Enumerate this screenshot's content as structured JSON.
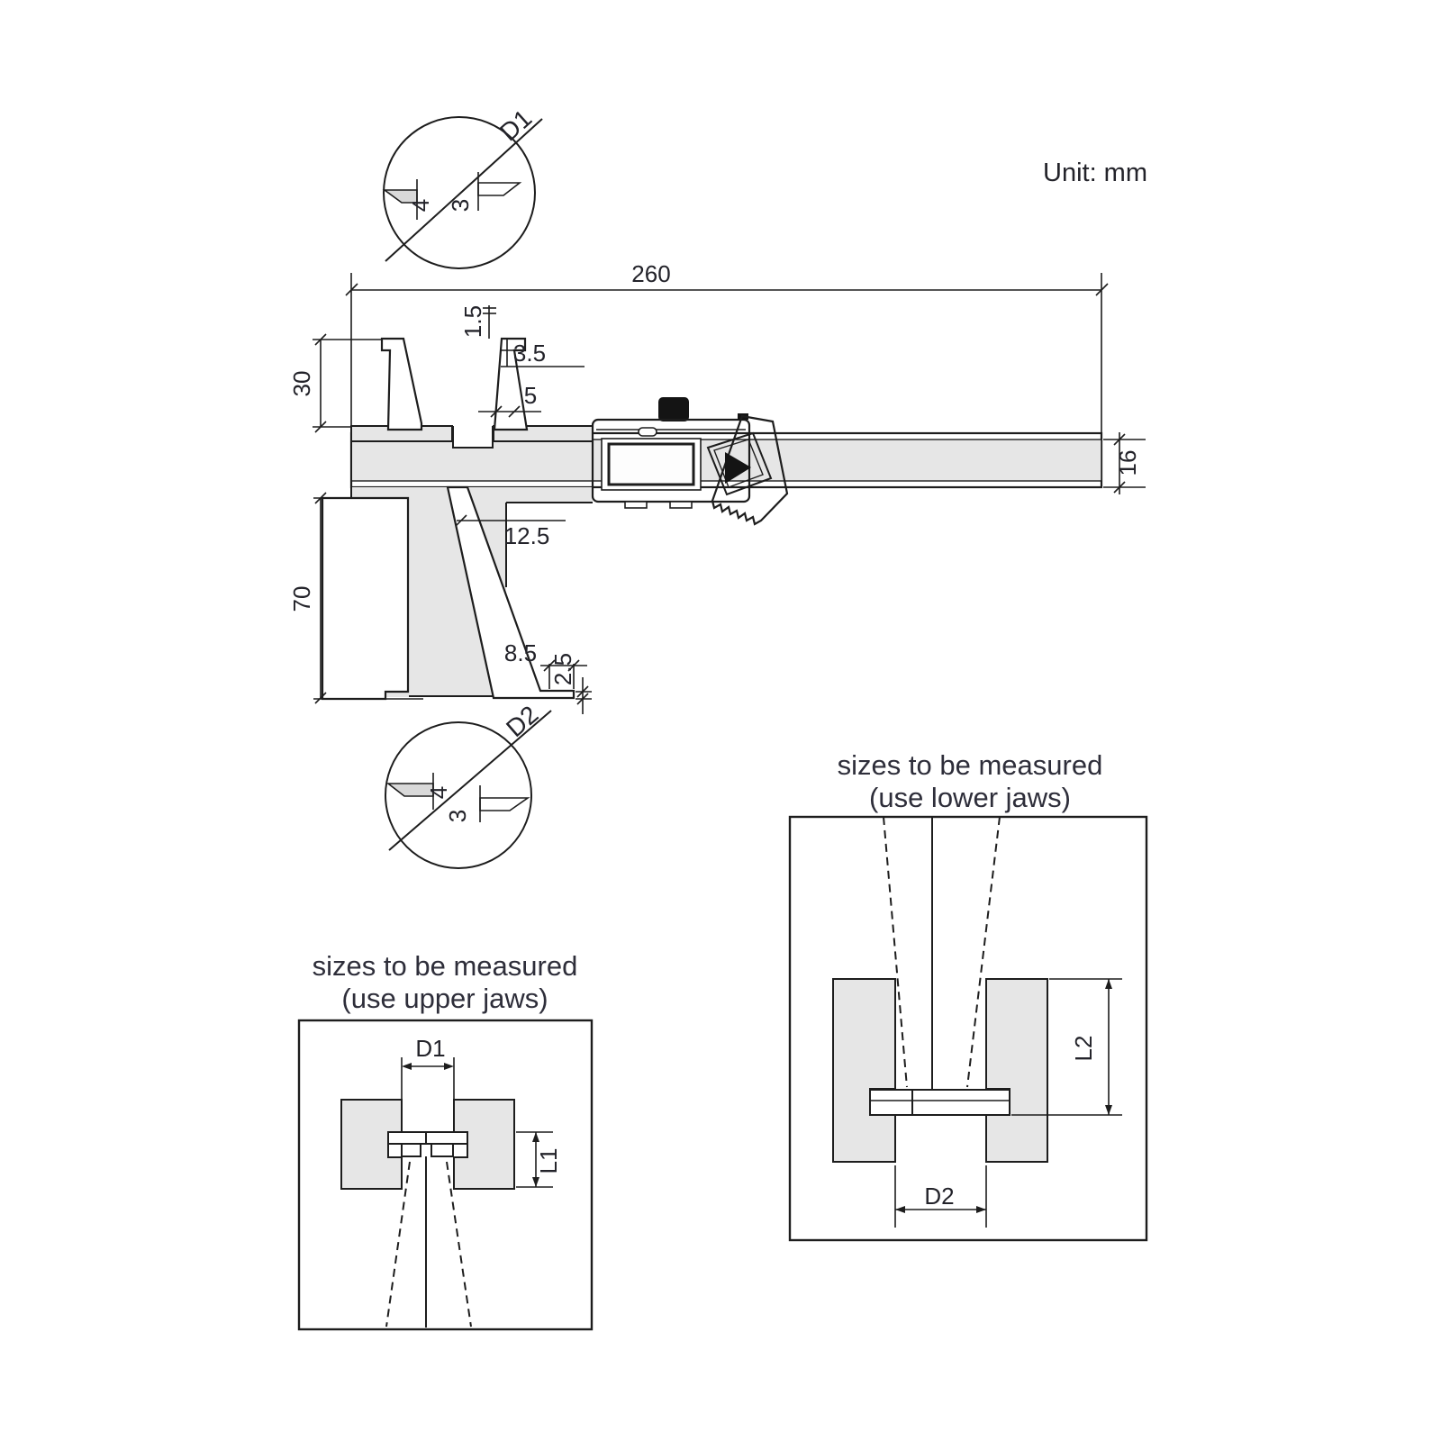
{
  "unit_label": "Unit: mm",
  "colors": {
    "line": "#1d1d1d",
    "body_fill": "#e6e6e6",
    "text": "#23232a"
  },
  "main_view": {
    "dims": {
      "overall_length": "260",
      "upper_jaw_height": "30",
      "upper_tip_width": "1.5",
      "upper_tip_depth": "3.5",
      "upper_jaw_thickness": "5",
      "lower_jaw_offset": "12.5",
      "lower_jaw_reach": "70",
      "lower_tip_length": "8.5",
      "lower_tip_thickness": "2.5",
      "beam_height": "16"
    }
  },
  "detail_circles": {
    "top": {
      "label": "D1",
      "left_tip": "4",
      "right_tip": "3"
    },
    "bottom": {
      "label": "D2",
      "left_tip": "4",
      "right_tip": "3"
    }
  },
  "inset_upper_jaws": {
    "title_line1": "sizes to be measured",
    "title_line2": "(use upper jaws)",
    "dim_diameter": "D1",
    "dim_depth": "L1"
  },
  "inset_lower_jaws": {
    "title_line1": "sizes to be measured",
    "title_line2": "(use lower jaws)",
    "dim_depth": "L2",
    "dim_diameter": "D2"
  }
}
